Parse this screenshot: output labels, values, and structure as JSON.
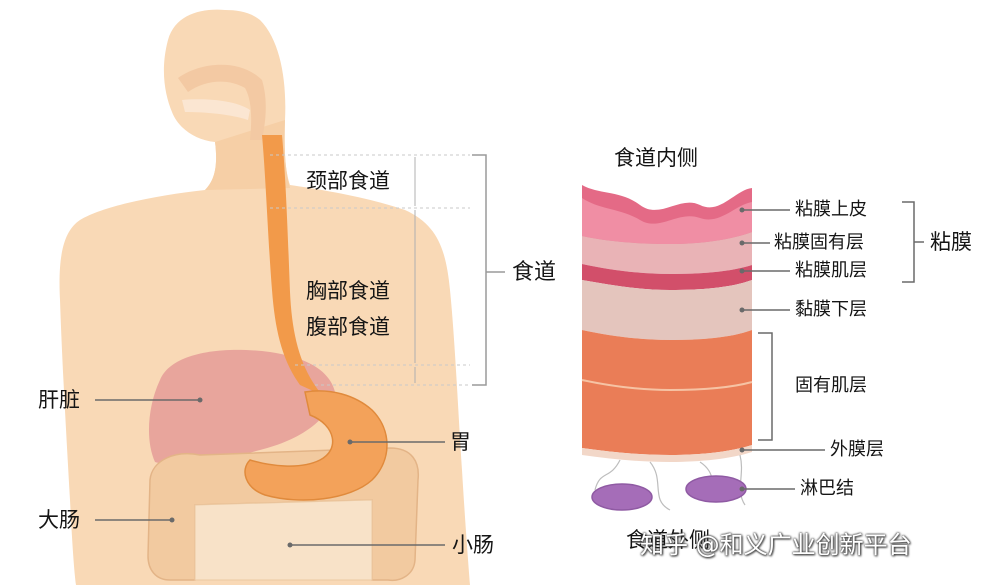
{
  "diagram": {
    "labels": {
      "neck_esophagus": "颈部食道",
      "thoracic_esophagus": "胸部食道",
      "abdominal_esophagus": "腹部食道",
      "esophagus": "食道",
      "liver": "肝脏",
      "stomach": "胃",
      "large_intestine": "大肠",
      "small_intestine": "小肠"
    },
    "cross_section": {
      "inner_side": "食道内侧",
      "outer_side": "食道外侧",
      "mucosal_epithelium": "粘膜上皮",
      "lamina_propria": "粘膜固有层",
      "muscularis_mucosae": "粘膜肌层",
      "mucosa": "粘膜",
      "submucosa": "黏膜下层",
      "muscularis_propria": "固有肌层",
      "adventitia": "外膜层",
      "lymph_node": "淋巴结"
    }
  },
  "watermark": "知乎 @和义广业创新平台",
  "colors": {
    "skin": "#f9d9b6",
    "esophagus": "#f29a4a",
    "stomach": "#f3a25a",
    "liver": "#e8a59c",
    "intestine": "#f2caa0",
    "epithelium": "#e46a86",
    "lamina_propria": "#e9b3b6",
    "muscularis_mucosae": "#d24f6a",
    "submucosa": "#e4c5bd",
    "muscle": "#ea7d57",
    "lymph_node": "#a56db8"
  }
}
